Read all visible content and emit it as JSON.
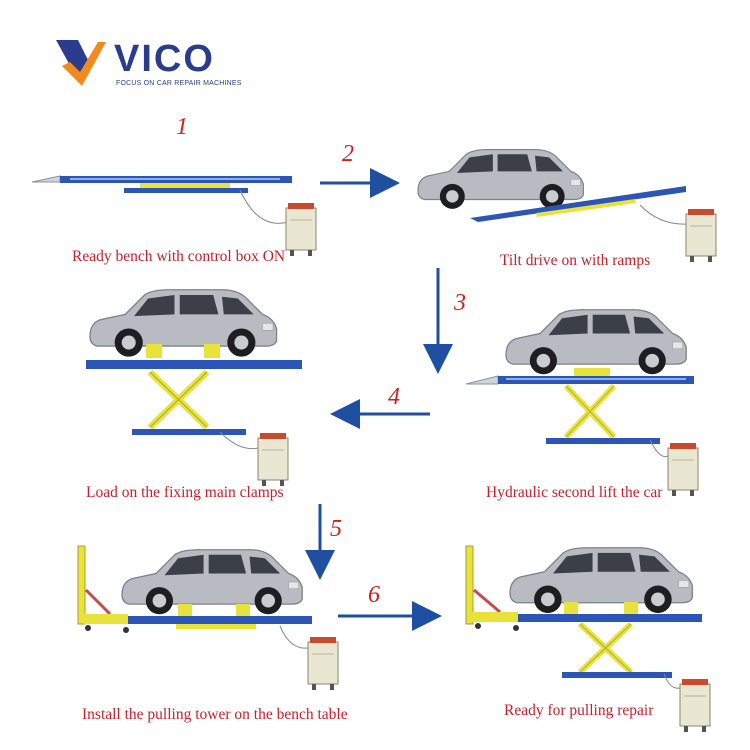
{
  "brand": {
    "name": "VICO",
    "tagline": "FOCUS ON CAR REPAIR MACHINES",
    "colors": {
      "orange": "#f28a1e",
      "blue": "#2b3c8f"
    }
  },
  "steps": [
    {
      "number": "1",
      "caption": "Ready bench with control box ON"
    },
    {
      "number": "2",
      "caption": "Tilt drive on with ramps"
    },
    {
      "number": "3",
      "caption": "Hydraulic second lift the car"
    },
    {
      "number": "4",
      "caption": "Load on the fixing main clamps"
    },
    {
      "number": "5",
      "caption": "Install the pulling tower on the bench table"
    },
    {
      "number": "6",
      "caption": "Ready for pulling repair"
    }
  ],
  "colors": {
    "bench": "#2d55b5",
    "lift": "#e8e23a",
    "caption": "#c8202a",
    "number": "#d2201f",
    "arrow": "#1f4fa0",
    "tower": "#e8e23a",
    "car": "#b8bcc2"
  }
}
